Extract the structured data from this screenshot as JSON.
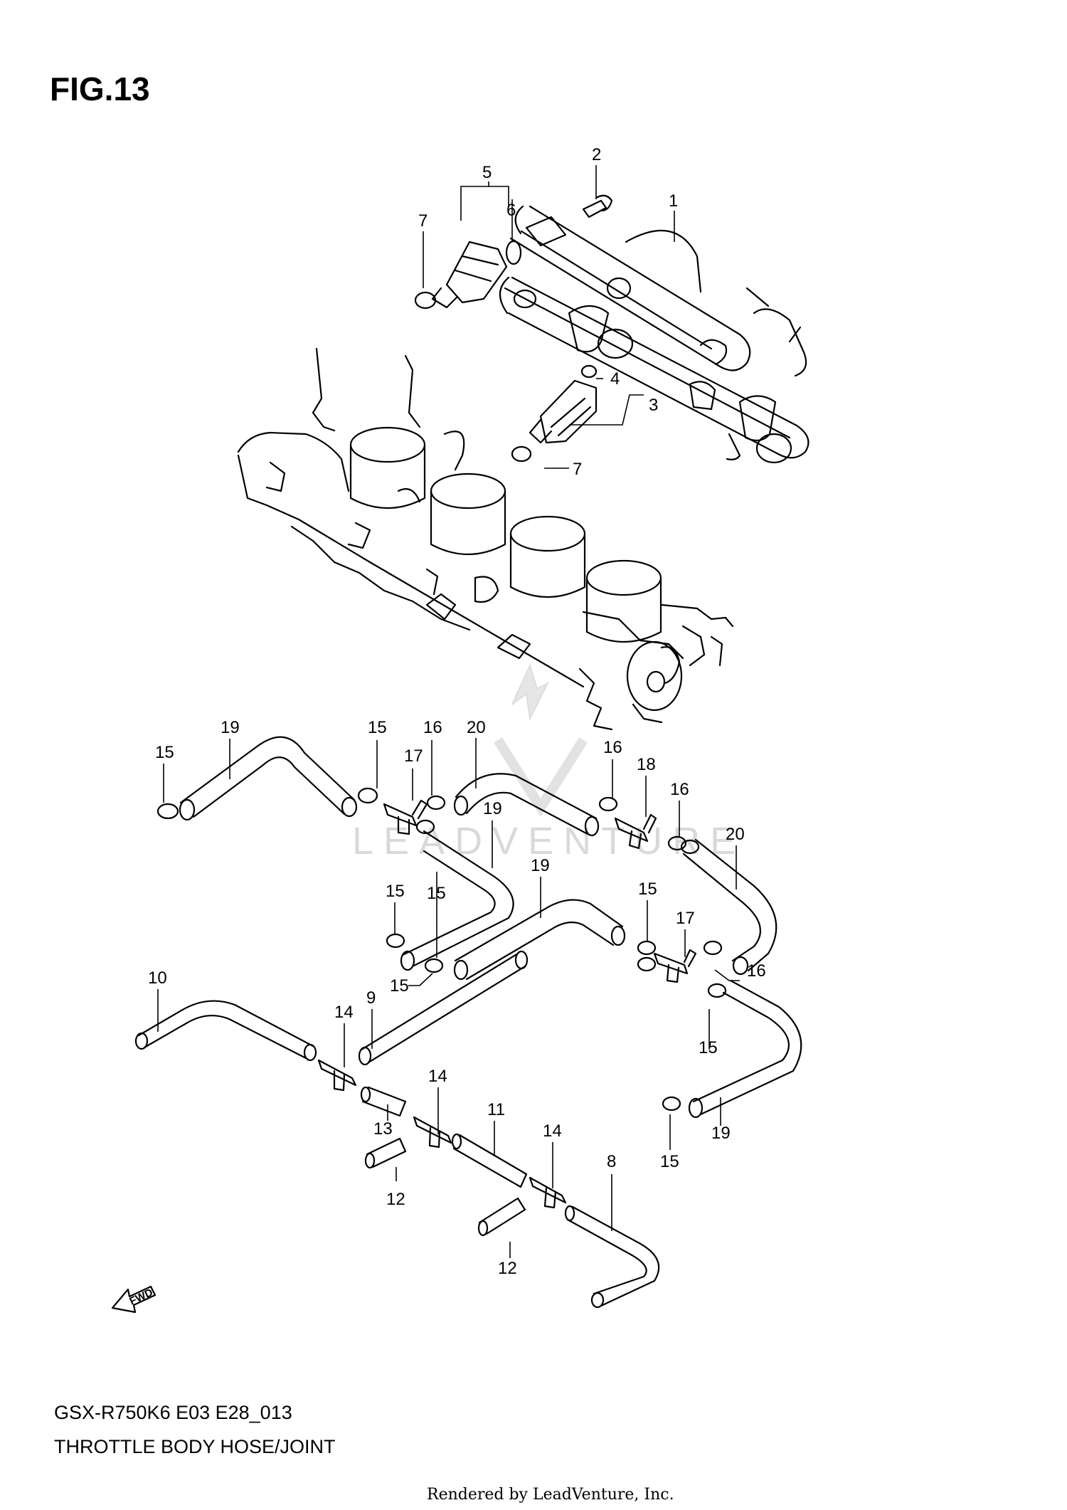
{
  "figure": {
    "title": "FIG.13",
    "model_code": "GSX-R750K6 E03 E28_013",
    "name": "THROTTLE BODY HOSE/JOINT",
    "rendered_by": "Rendered by LeadVenture, Inc.",
    "watermark": "LEADVENTURE",
    "fwd_label": "FWD"
  },
  "callouts": {
    "c1": "1",
    "c2": "2",
    "c3": "3",
    "c4": "4",
    "c5": "5",
    "c6": "6",
    "c7a": "7",
    "c7b": "7",
    "c8": "8",
    "c9": "9",
    "c10": "10",
    "c11": "11",
    "c12a": "12",
    "c12b": "12",
    "c13": "13",
    "c14a": "14",
    "c14b": "14",
    "c14c": "14",
    "c15a": "15",
    "c15b": "15",
    "c15c": "15",
    "c15d": "15",
    "c15e": "15",
    "c15f": "15",
    "c15g": "15",
    "c15h": "15",
    "c16a": "16",
    "c16b": "16",
    "c16c": "16",
    "c16d": "16",
    "c17a": "17",
    "c17b": "17",
    "c18": "18",
    "c19a": "19",
    "c19b": "19",
    "c19c": "19",
    "c19d": "19",
    "c20a": "20",
    "c20b": "20"
  },
  "colors": {
    "line": "#000000",
    "background": "#ffffff",
    "watermark": "#d9d9d9"
  }
}
